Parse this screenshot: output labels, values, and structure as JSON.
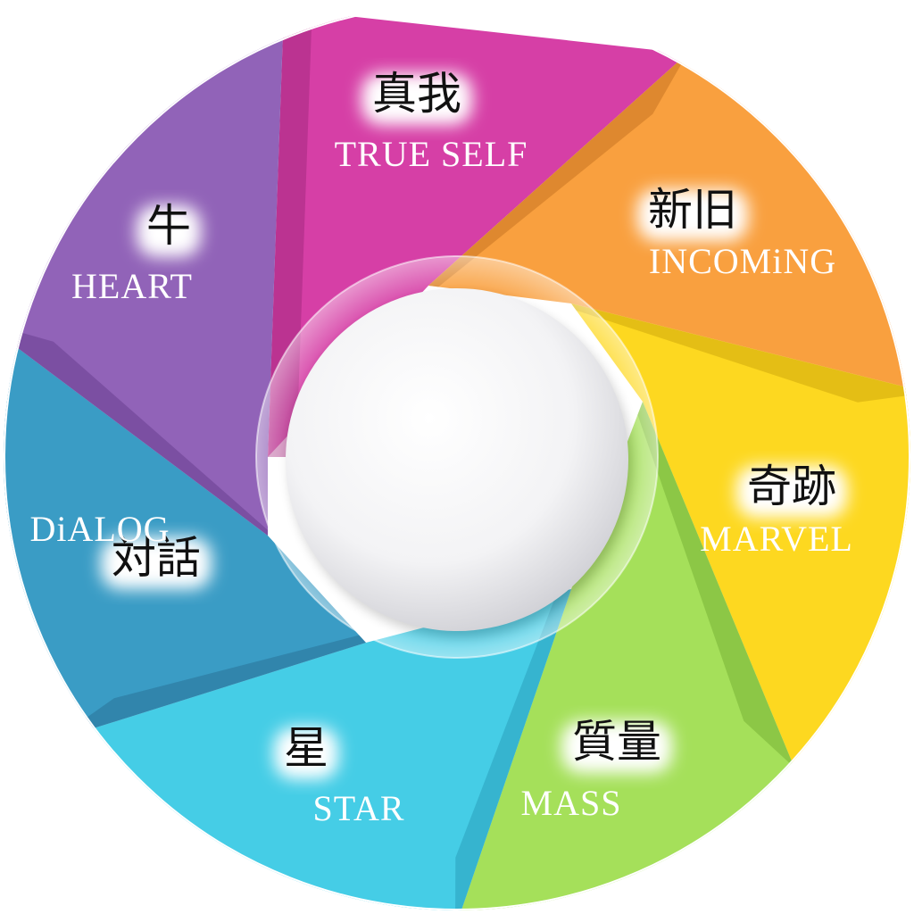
{
  "segments": [
    {
      "id": "true-self",
      "kanji": "真我",
      "english": "TRUE SELF",
      "color": "#d63fa6",
      "shade": "#a62a80"
    },
    {
      "id": "incoming",
      "kanji": "新旧",
      "english": "INCOMiNG",
      "color": "#f9a03f",
      "shade": "#c97422"
    },
    {
      "id": "marvel",
      "kanji": "奇跡",
      "english": "MARVEL",
      "color": "#fdd820",
      "shade": "#cfa90c"
    },
    {
      "id": "mass",
      "kanji": "質量",
      "english": "MASS",
      "color": "#a5e05a",
      "shade": "#78b336"
    },
    {
      "id": "star",
      "kanji": "星",
      "english": "STAR",
      "color": "#45cde6",
      "shade": "#2aa0bb"
    },
    {
      "id": "dialog",
      "kanji": "対話",
      "english": "DiALOG",
      "color": "#3a9cc5",
      "shade": "#2a7398"
    },
    {
      "id": "heart",
      "kanji": "牛",
      "english": "HEART",
      "color": "#9163b8",
      "shade": "#6a4090"
    }
  ],
  "hub": {
    "color": "#f4f4f6"
  }
}
